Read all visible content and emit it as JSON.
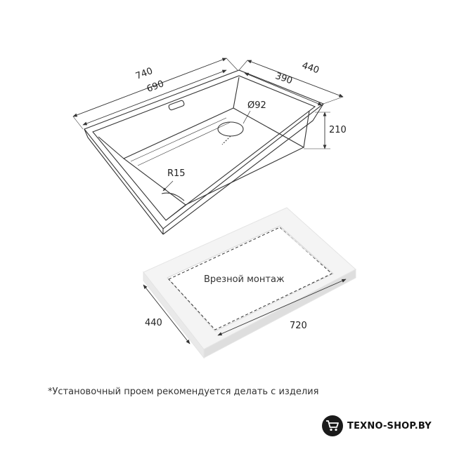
{
  "sink": {
    "dims": {
      "overall_length": "740",
      "inner_length": "690",
      "overall_width": "440",
      "inner_width": "390",
      "depth": "210",
      "drain_diameter": "Ø92",
      "corner_radius": "R15"
    }
  },
  "cutout": {
    "title": "Врезной монтаж",
    "width_dim": "440",
    "length_dim": "720"
  },
  "footnote": "*Установочный проем рекомендуется делать с изделия",
  "brand": {
    "name": "TEXNO-SHOP.BY",
    "icon": "cart-icon"
  },
  "colors": {
    "line": "#333333",
    "board_fill": "#f4f4f4",
    "board_edge": "#e6e6e6"
  }
}
